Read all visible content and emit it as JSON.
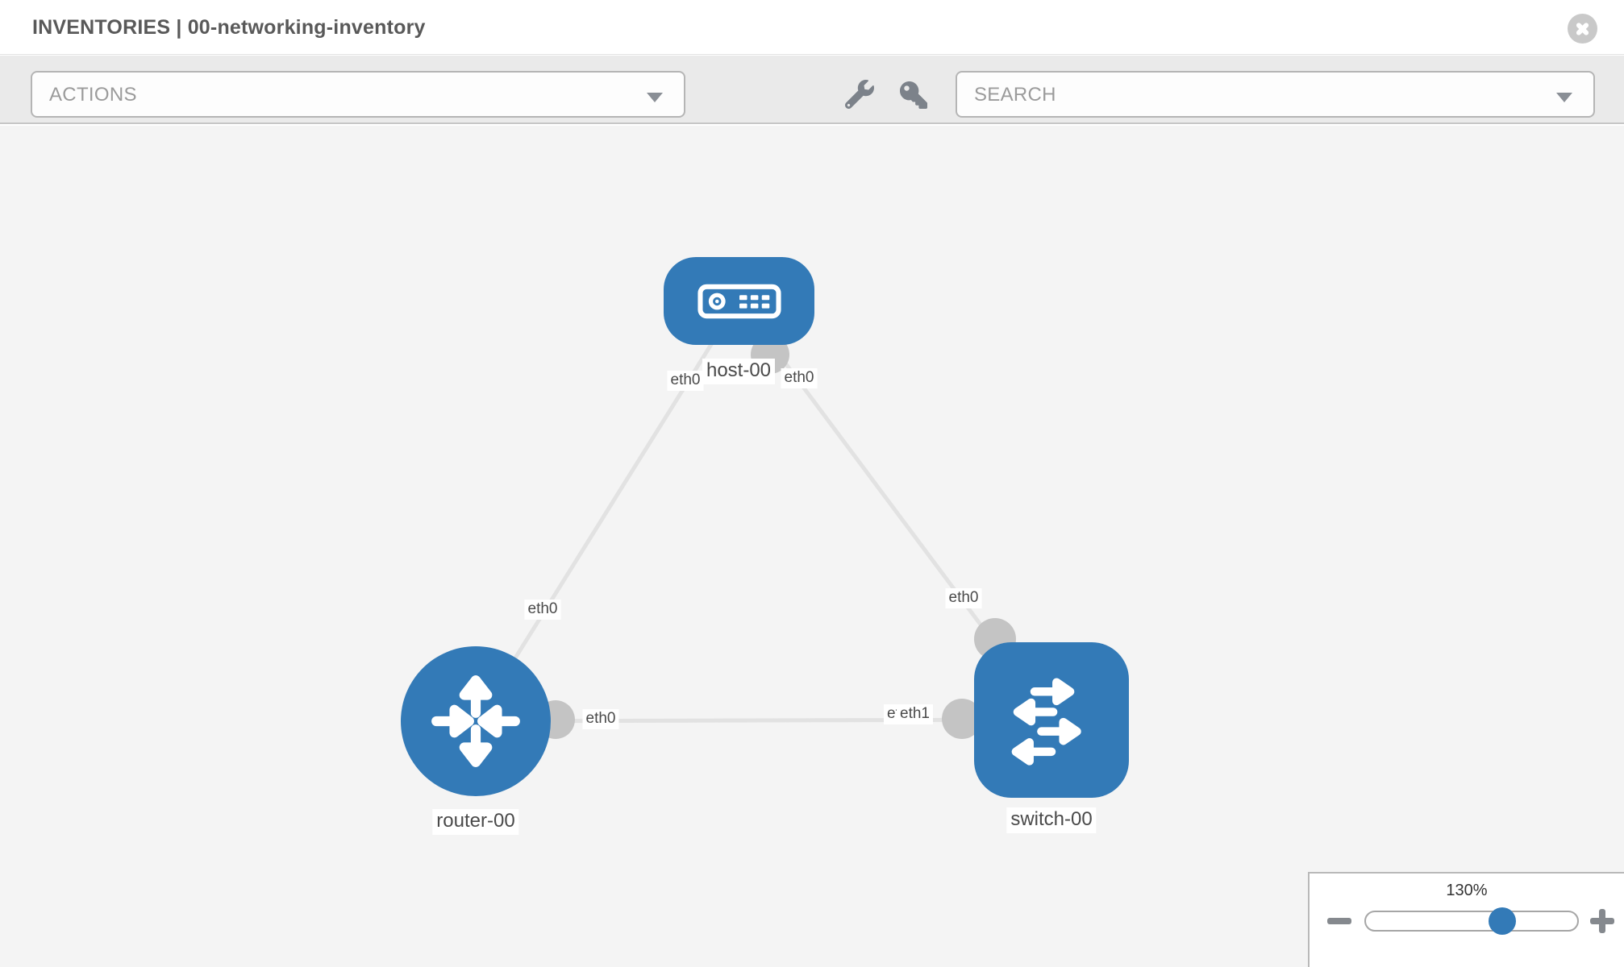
{
  "header": {
    "title": "INVENTORIES | 00-networking-inventory"
  },
  "toolbar": {
    "actions_label": "ACTIONS",
    "search_placeholder": "SEARCH"
  },
  "topology": {
    "nodes": [
      {
        "id": "host-00",
        "type": "host",
        "label": "host-00"
      },
      {
        "id": "router-00",
        "type": "router",
        "label": "router-00"
      },
      {
        "id": "switch-00",
        "type": "switch",
        "label": "switch-00"
      }
    ],
    "links": [
      {
        "source": "host-00",
        "source_interface": "eth0",
        "target": "router-00",
        "target_interface": "eth0"
      },
      {
        "source": "host-00",
        "source_interface": "eth0",
        "target": "switch-00",
        "target_interface": "eth0"
      },
      {
        "source": "router-00",
        "source_interface": "eth0",
        "target": "switch-00",
        "target_interface": "eth1"
      }
    ],
    "labels": {
      "host": "host-00",
      "router": "router-00",
      "switch": "switch-00",
      "host_link1_if": "eth0",
      "host_link2_if": "eth0",
      "router_link1_if": "eth0",
      "switch_link2_if": "eth0",
      "router_link3_if": "eth0",
      "switch_link3_if_under": "eth0",
      "switch_link3_if_over": "eth1"
    }
  },
  "zoom_control": {
    "level": "130%"
  },
  "colors": {
    "node_blue": "#337ab7",
    "link_gray": "#e2e2e2",
    "connector_gray": "#c4c4c4",
    "toolbar_bg": "#eaeaea",
    "canvas_bg": "#f4f4f4"
  }
}
